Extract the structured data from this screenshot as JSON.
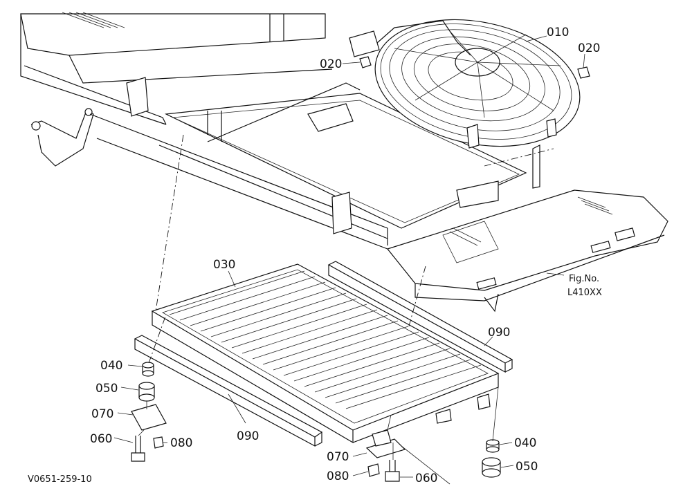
{
  "figure": {
    "fig_no_label": "Fig.No.",
    "fig_code": "L410XX",
    "drawing_code": "V0651-259-10"
  },
  "callouts": [
    {
      "code": "010"
    },
    {
      "code": "020"
    },
    {
      "code": "020"
    },
    {
      "code": "030"
    },
    {
      "code": "040"
    },
    {
      "code": "040"
    },
    {
      "code": "050"
    },
    {
      "code": "050"
    },
    {
      "code": "060"
    },
    {
      "code": "060"
    },
    {
      "code": "070"
    },
    {
      "code": "070"
    },
    {
      "code": "080"
    },
    {
      "code": "080"
    },
    {
      "code": "090"
    },
    {
      "code": "090"
    }
  ]
}
